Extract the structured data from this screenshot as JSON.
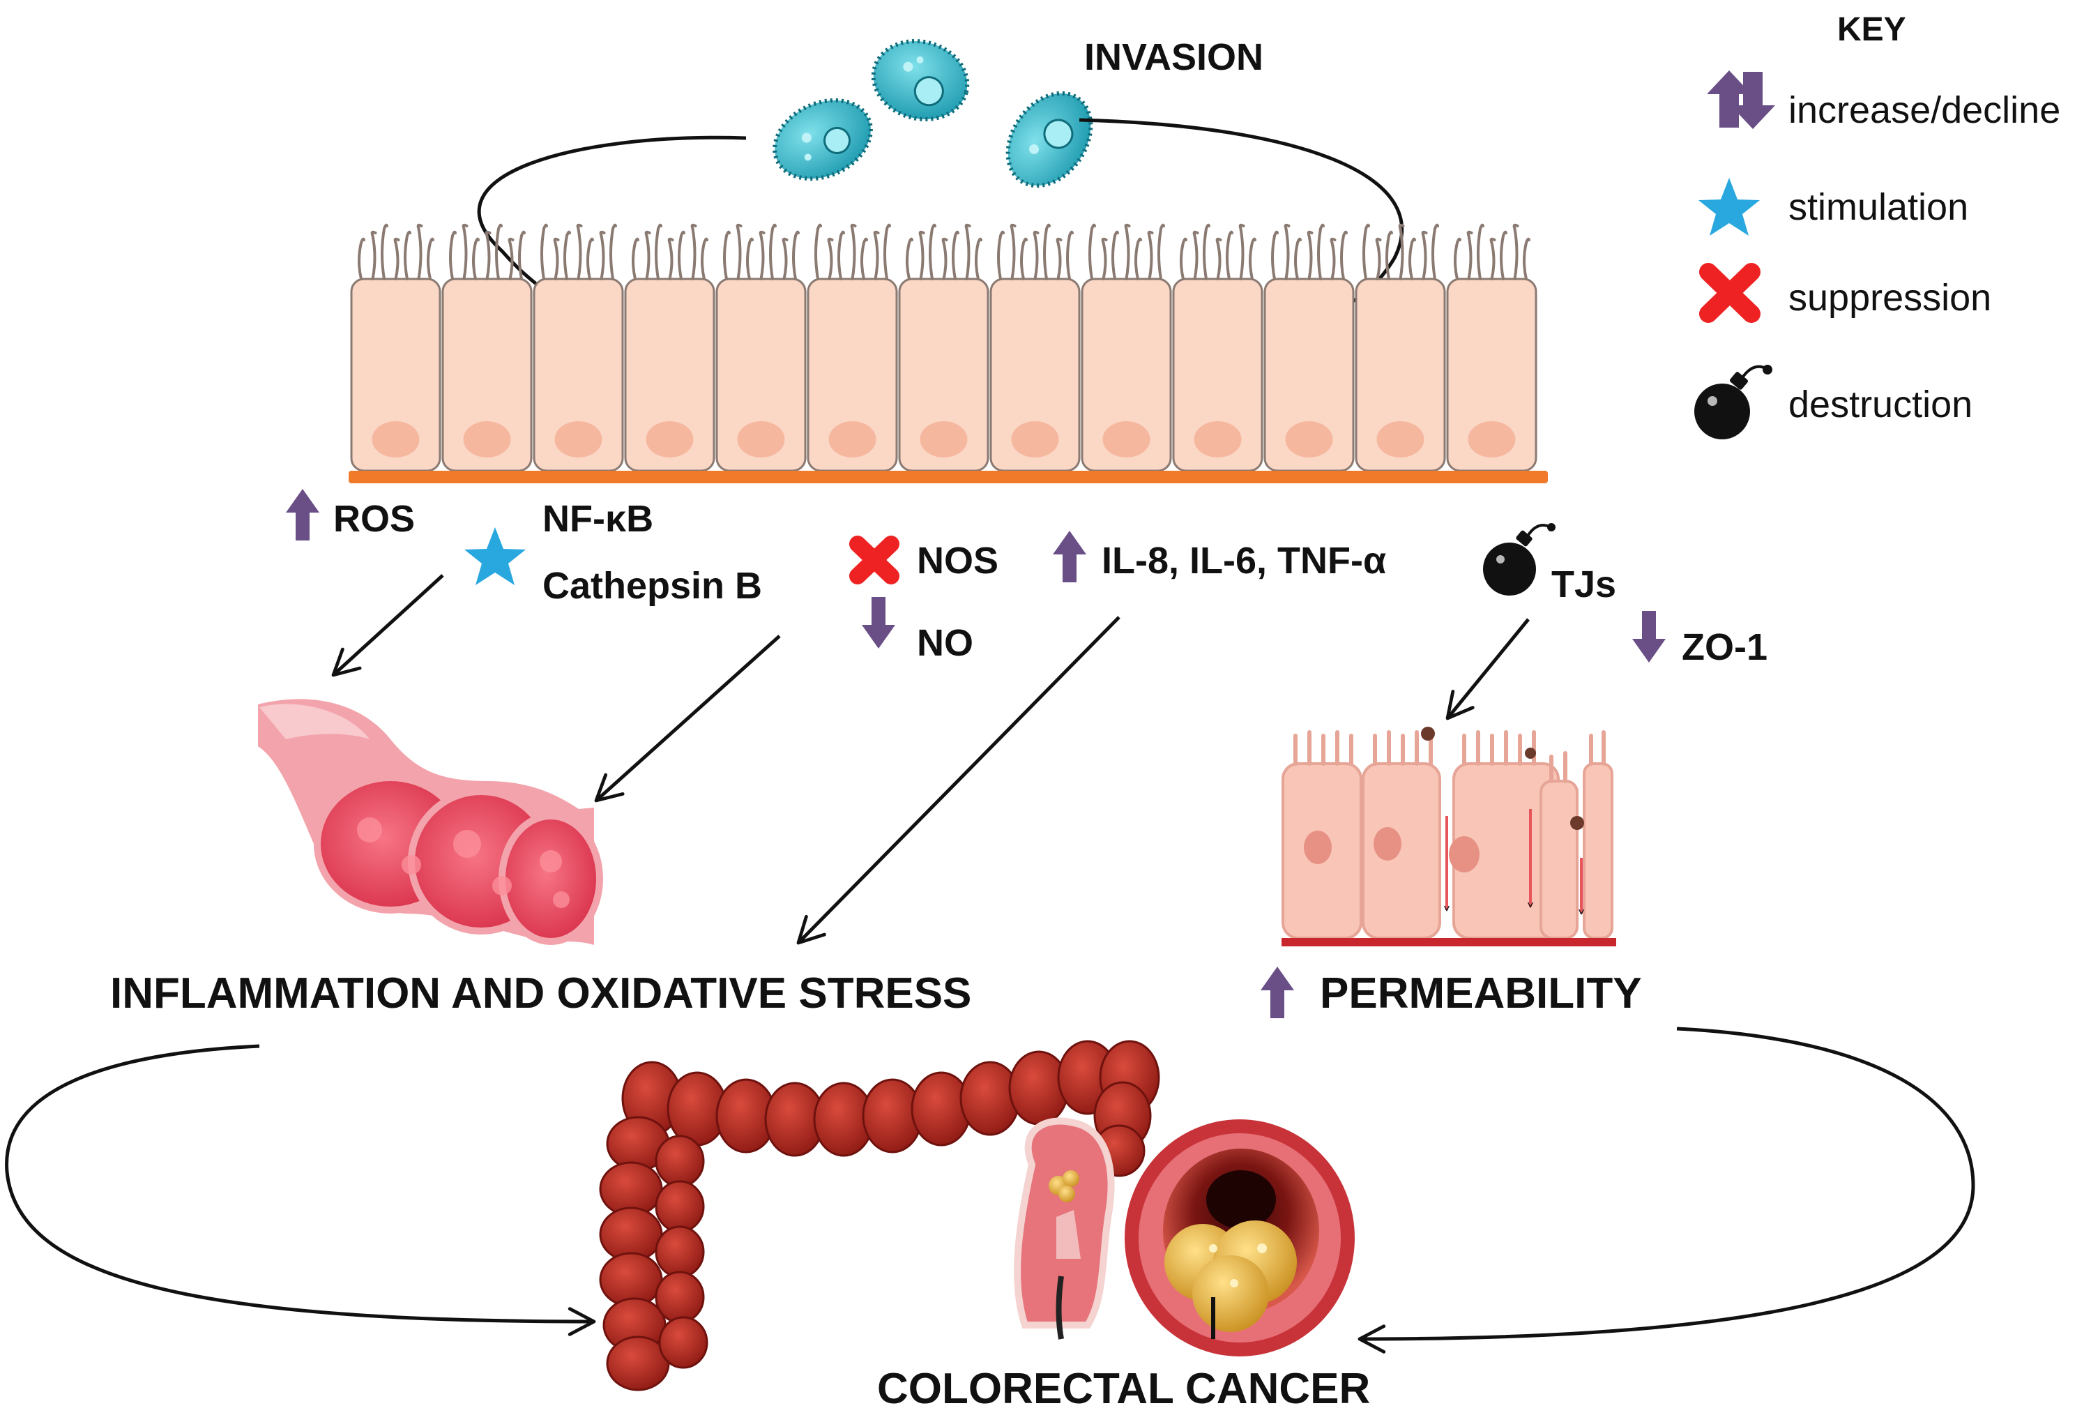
{
  "colors": {
    "arrow_up_down": "#6a4f86",
    "stimulation_star": "#29a8e0",
    "suppression_x": "#ee2222",
    "cell_fill": "#fbd7c6",
    "basement": "#f07a2a",
    "bacteria": "#2fb6c9",
    "colon": "#b3271f",
    "tumor": "#e5b43a"
  },
  "title": "INVASION",
  "key": {
    "heading": "KEY",
    "items": [
      {
        "icon": "up-down-arrows-icon",
        "label": "increase/decline"
      },
      {
        "icon": "star-icon",
        "label": "stimulation"
      },
      {
        "icon": "x-mark-icon",
        "label": "suppression"
      },
      {
        "icon": "bomb-icon",
        "label": "destruction"
      }
    ]
  },
  "effects": {
    "ros": "ROS",
    "nfkb": "NF-κB",
    "cathepsin": "Cathepsin B",
    "nos": "NOS",
    "no": "NO",
    "cytokines": "IL-8, IL-6, TNF-α",
    "tjs": "TJs",
    "zo1": "ZO-1"
  },
  "outcomes": {
    "inflammation": "INFLAMMATION AND OXIDATIVE STRESS",
    "permeability": "PERMEABILITY",
    "cancer": "COLORECTAL CANCER"
  }
}
